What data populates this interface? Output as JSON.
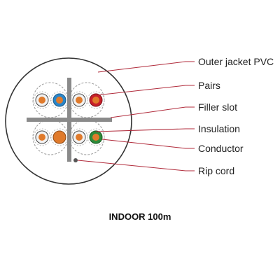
{
  "labels": {
    "outer_jacket": "Outer jacket PVC",
    "pairs": "Pairs",
    "filler_slot": "Filler slot",
    "insulation": "Insulation",
    "conductor": "Conductor",
    "rip_cord": "Rip cord"
  },
  "caption": "INDOOR 100m",
  "colors": {
    "leader_line": "#b02a3a",
    "jacket_stroke": "#333333",
    "filler": "#777777",
    "pair_ring": "#999999",
    "orange": "#e07a2b",
    "blue": "#2a86c9",
    "red": "#c8202a",
    "green": "#2e8b3a",
    "white_stripe": "#f2f2f2"
  }
}
